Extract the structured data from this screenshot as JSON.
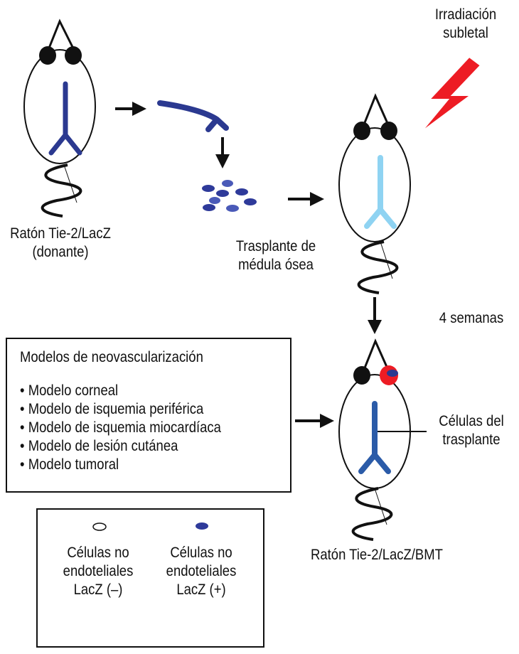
{
  "labels": {
    "irradiation": [
      "Irradiación",
      "subletal"
    ],
    "donor": [
      "Ratón Tie-2/LacZ",
      "(donante)"
    ],
    "transplant": [
      "Trasplante de",
      "médula ósea"
    ],
    "weeks": "4 semanas",
    "transplant_cells": [
      "Células del",
      "trasplante"
    ],
    "recipient": "Ratón Tie-2/LacZ/BMT"
  },
  "models": {
    "title": "Modelos de neovascularización",
    "items": [
      "Modelo corneal",
      "Modelo de isquemia periférica",
      "Modelo de isquemia miocardíaca",
      "Modelo de lesión cutánea",
      "Modelo tumoral"
    ]
  },
  "legend": {
    "negative": [
      "Células no",
      "endoteliales",
      "LacZ (–)"
    ],
    "positive": [
      "Células no",
      "endoteliales",
      "LacZ (+)"
    ]
  },
  "colors": {
    "dark_blue": "#2b3990",
    "light_blue": "#8fd3f2",
    "red": "#ed1c24",
    "cell_blue": "#2e3a9a"
  }
}
